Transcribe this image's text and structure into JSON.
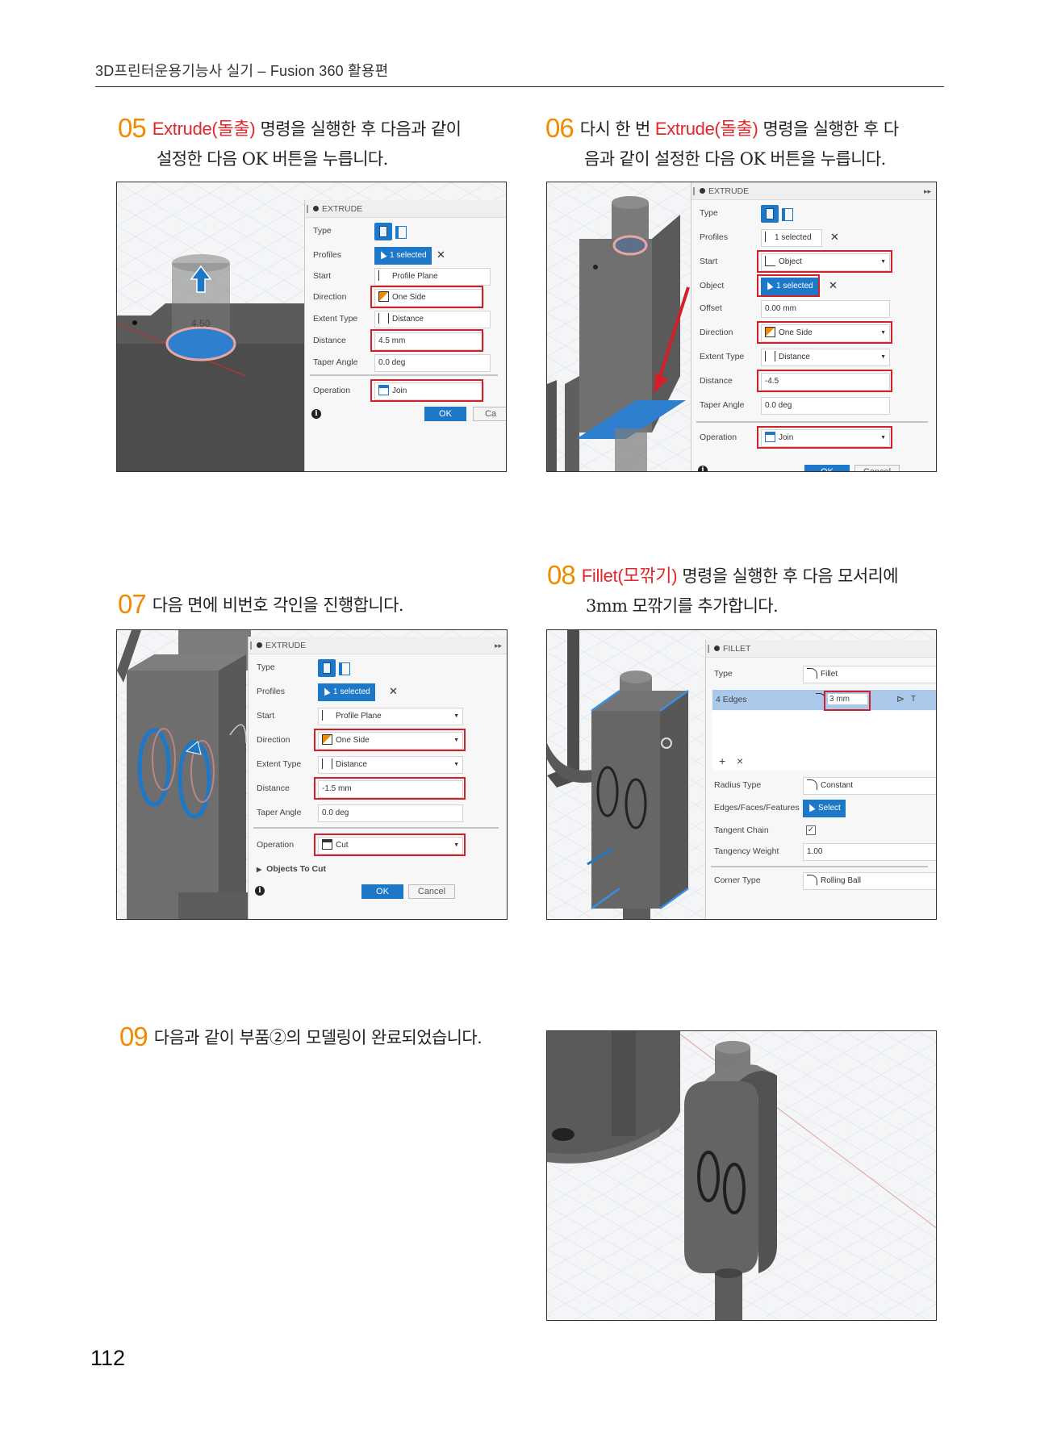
{
  "header": {
    "running_title": "3D프린터운용기능사 실기 – Fusion 360 활용편"
  },
  "page_number": "112",
  "steps": [
    {
      "num": "05",
      "command": "Extrude(돌출)",
      "text_line1": " 명령을 실행한 후 다음과 같이",
      "text_line2": "설정한 다음 OK 버튼을 누릅니다.",
      "panel": {
        "title": "EXTRUDE",
        "rows": [
          {
            "label": "Type",
            "value": ""
          },
          {
            "label": "Profiles",
            "value": "1 selected"
          },
          {
            "label": "Start",
            "value": "Profile Plane"
          },
          {
            "label": "Direction",
            "value": "One Side"
          },
          {
            "label": "Extent Type",
            "value": "Distance"
          },
          {
            "label": "Distance",
            "value": "4.5 mm"
          },
          {
            "label": "Taper Angle",
            "value": "0.0 deg"
          },
          {
            "label": "Operation",
            "value": "Join"
          }
        ],
        "ok": "OK",
        "cancel": "Ca",
        "dimension": "4.50"
      }
    },
    {
      "num": "06",
      "command": "Extrude(돌출)",
      "text_pre": "다시 한 번 ",
      "text_line1": " 명령을 실행한 후 다",
      "text_line2": "음과 같이 설정한 다음 OK 버튼을 누릅니다.",
      "panel": {
        "title": "EXTRUDE",
        "rows": [
          {
            "label": "Type",
            "value": ""
          },
          {
            "label": "Profiles",
            "value": "1 selected"
          },
          {
            "label": "Start",
            "value": "Object"
          },
          {
            "label": "Object",
            "value": "1 selected"
          },
          {
            "label": "Offset",
            "value": "0.00 mm"
          },
          {
            "label": "Direction",
            "value": "One Side"
          },
          {
            "label": "Extent Type",
            "value": "Distance"
          },
          {
            "label": "Distance",
            "value": "-4.5"
          },
          {
            "label": "Taper Angle",
            "value": "0.0 deg"
          },
          {
            "label": "Operation",
            "value": "Join"
          }
        ],
        "ok": "OK",
        "cancel": "Cancel"
      }
    },
    {
      "num": "07",
      "text_line1": "다음 면에 비번호 각인을 진행합니다.",
      "panel": {
        "title": "EXTRUDE",
        "rows": [
          {
            "label": "Type",
            "value": ""
          },
          {
            "label": "Profiles",
            "value": "1 selected"
          },
          {
            "label": "Start",
            "value": "Profile Plane"
          },
          {
            "label": "Direction",
            "value": "One Side"
          },
          {
            "label": "Extent Type",
            "value": "Distance"
          },
          {
            "label": "Distance",
            "value": "-1.5 mm"
          },
          {
            "label": "Taper Angle",
            "value": "0.0 deg"
          },
          {
            "label": "Operation",
            "value": "Cut"
          }
        ],
        "objects_to_cut": "Objects To Cut",
        "ok": "OK",
        "cancel": "Cancel"
      }
    },
    {
      "num": "08",
      "command": "Fillet(모깎기)",
      "text_line1": " 명령을 실행한 후 다음 모서리에",
      "text_line2": "3mm 모깎기를 추가합니다.",
      "panel": {
        "title": "FILLET",
        "type_label": "Type",
        "type_value": "Fillet",
        "edges_label": "4 Edges",
        "edges_value": "3 mm",
        "edges_extra": "T",
        "add_symbol": "+",
        "remove_symbol": "×",
        "rows": [
          {
            "label": "Radius Type",
            "value": "Constant"
          },
          {
            "label": "Edges/Faces/Features",
            "value": "Select"
          },
          {
            "label": "Tangent Chain",
            "value": ""
          },
          {
            "label": "Tangency Weight",
            "value": "1.00"
          },
          {
            "label": "Corner Type",
            "value": "Rolling Ball"
          }
        ]
      }
    },
    {
      "num": "09",
      "text_line1": "다음과 같이 부품②의 모델링이 완료되었습니다."
    }
  ],
  "colors": {
    "step_number": "#f08a00",
    "command": "#e3262a",
    "highlight": "#d1202a",
    "selection_blue": "#1e78c8"
  }
}
